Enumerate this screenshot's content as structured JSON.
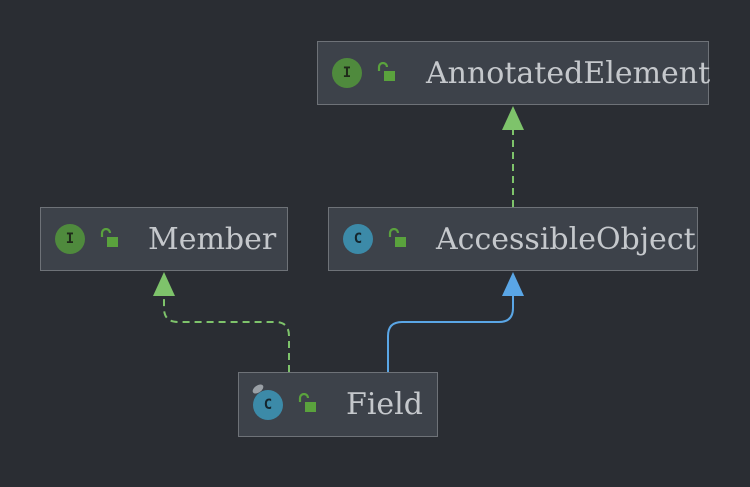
{
  "nodes": {
    "annotated_element": {
      "name": "AnnotatedElement",
      "kind": "interface",
      "badge_letter": "I"
    },
    "member": {
      "name": "Member",
      "kind": "interface",
      "badge_letter": "I"
    },
    "accessible_object": {
      "name": "AccessibleObject",
      "kind": "class",
      "badge_letter": "C"
    },
    "field": {
      "name": "Field",
      "kind": "final-class",
      "badge_letter": "C"
    }
  },
  "edges": [
    {
      "from": "accessible_object",
      "to": "annotated_element",
      "type": "implements",
      "style": "dashed"
    },
    {
      "from": "field",
      "to": "member",
      "type": "implements",
      "style": "dashed"
    },
    {
      "from": "field",
      "to": "accessible_object",
      "type": "extends",
      "style": "solid"
    }
  ],
  "colors": {
    "background": "#2a2d33",
    "node_fill": "#3d424a",
    "node_border": "#6e7278",
    "implements_edge": "#7ec36b",
    "extends_edge": "#5aa6e6",
    "interface_badge": "#4f8a3d",
    "class_badge": "#3c8aa8",
    "lock": "#5aa23d"
  }
}
